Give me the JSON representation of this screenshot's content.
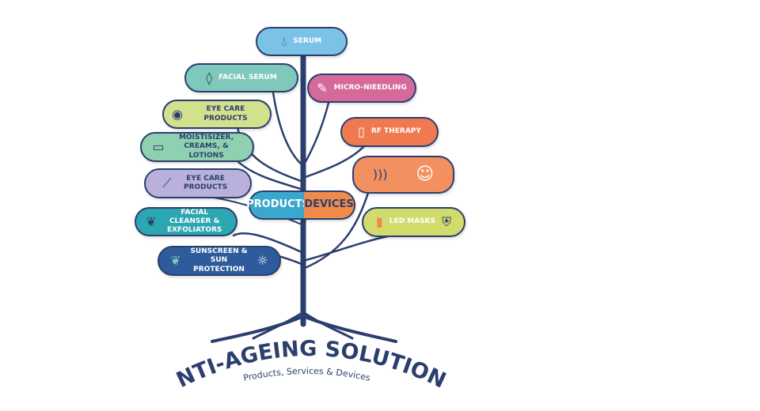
{
  "products": [
    {
      "label": "SERUM",
      "icon": "water-drop-icon",
      "color": "#7cc2e6"
    },
    {
      "label": "FACIAL SERUM",
      "icon": "water-drop-icon",
      "color": "#7fc8bc"
    },
    {
      "label": "EYE CARE PRODUCTS",
      "icon": "eye-icon",
      "color": "#d3e08c"
    },
    {
      "label": "MOISTISIZER, CREAMS, & LOTIONS",
      "icon": "cream-jar-icon",
      "color": "#8fd0b0"
    },
    {
      "label": "EYE CARE PRODUCTS",
      "icon": "brush-icon",
      "color": "#b9b1dc"
    },
    {
      "label": "FACIAL CLEANSER & EXFOLIATORS",
      "icon": "leaves-icon",
      "color": "#2ca6b0"
    },
    {
      "label": "SUNSCREEN & SUN PROTECTION",
      "icon": "sun-icon",
      "color": "#2d5b9b"
    }
  ],
  "devices": [
    {
      "label": "MICRO-NIEEDLING",
      "icon": "pen-device-icon",
      "color": "#d4699a"
    },
    {
      "label": "RF THERAPY",
      "icon": "rf-device-icon",
      "color": "#ef7a4f"
    },
    {
      "label": "",
      "icon": "face-mask-icon",
      "color": "#f3905f"
    },
    {
      "label": "LED MASKS",
      "icon": "shield-icon",
      "color": "#d1dc6c"
    }
  ],
  "center": {
    "products": "PRODUCTS",
    "devices": "DEVICES",
    "products_color": "#3aa8cc",
    "devices_color": "#f08a4a"
  },
  "title": {
    "main": "ANTI-AGEING SOLUTIONS",
    "subtitle": "Products, Services & Devices",
    "color": "#2b3f6e"
  }
}
